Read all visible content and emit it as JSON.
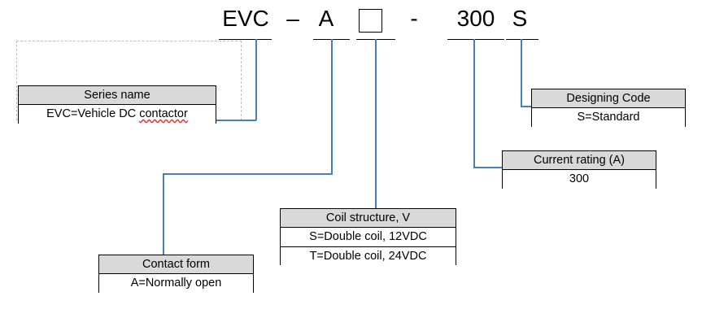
{
  "diagram": {
    "title": "EVC – A □ - 300 S product code breakdown",
    "colors": {
      "connector": "#4a7ebb",
      "header_fill": "#d9d9d9",
      "border": "#000000",
      "spellcheck_underline": "#e03030",
      "placeholder_outline": "#bfbfbf"
    }
  },
  "code": {
    "segments": [
      {
        "id": "series",
        "text": "EVC"
      },
      {
        "id": "separator-1",
        "text": "–"
      },
      {
        "id": "contact-form",
        "text": "A"
      },
      {
        "id": "coil-structure",
        "text": ""
      },
      {
        "id": "separator-2",
        "text": "-"
      },
      {
        "id": "current-rating",
        "text": "300"
      },
      {
        "id": "designing-code",
        "text": "S"
      }
    ]
  },
  "callouts": {
    "series_name": {
      "header": "Series name",
      "rows": [
        "EVC=Vehicle DC contactor"
      ],
      "spellchecked_word": "contactor"
    },
    "contact_form": {
      "header": "Contact form",
      "rows": [
        "A=Normally open"
      ]
    },
    "coil_structure": {
      "header": "Coil structure, V",
      "rows": [
        "S=Double coil, 12VDC",
        "T=Double coil, 24VDC"
      ]
    },
    "current_rating": {
      "header": "Current rating (A)",
      "rows": [
        "300"
      ]
    },
    "designing_code": {
      "header": "Designing Code",
      "rows": [
        "S=Standard"
      ]
    }
  }
}
